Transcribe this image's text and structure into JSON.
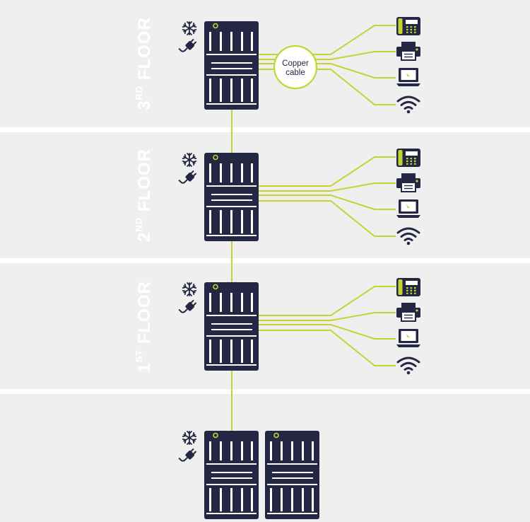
{
  "colors": {
    "band": "#efefef",
    "separator": "#ffffff",
    "rack": "#232743",
    "rack_line": "#ffffff",
    "cable": "#c5d431",
    "icon": "#232743",
    "accent": "#c5d431",
    "label": "#ffffff"
  },
  "floors": [
    {
      "number": "3",
      "suffix": "RD",
      "word": "FLOOR",
      "devices": [
        "phone-icon",
        "printer-icon",
        "laptop-icon",
        "wifi-icon"
      ]
    },
    {
      "number": "2",
      "suffix": "ND",
      "word": "FLOOR",
      "devices": [
        "phone-icon",
        "printer-icon",
        "laptop-icon",
        "wifi-icon"
      ]
    },
    {
      "number": "1",
      "suffix": "ST",
      "word": "FLOOR",
      "devices": [
        "phone-icon",
        "printer-icon",
        "laptop-icon",
        "wifi-icon"
      ]
    }
  ],
  "basement": {
    "racks": 2
  },
  "rack_icons": [
    "snowflake-icon",
    "power-plug-icon"
  ],
  "callout": {
    "line1": "Copper",
    "line2": "cable"
  }
}
